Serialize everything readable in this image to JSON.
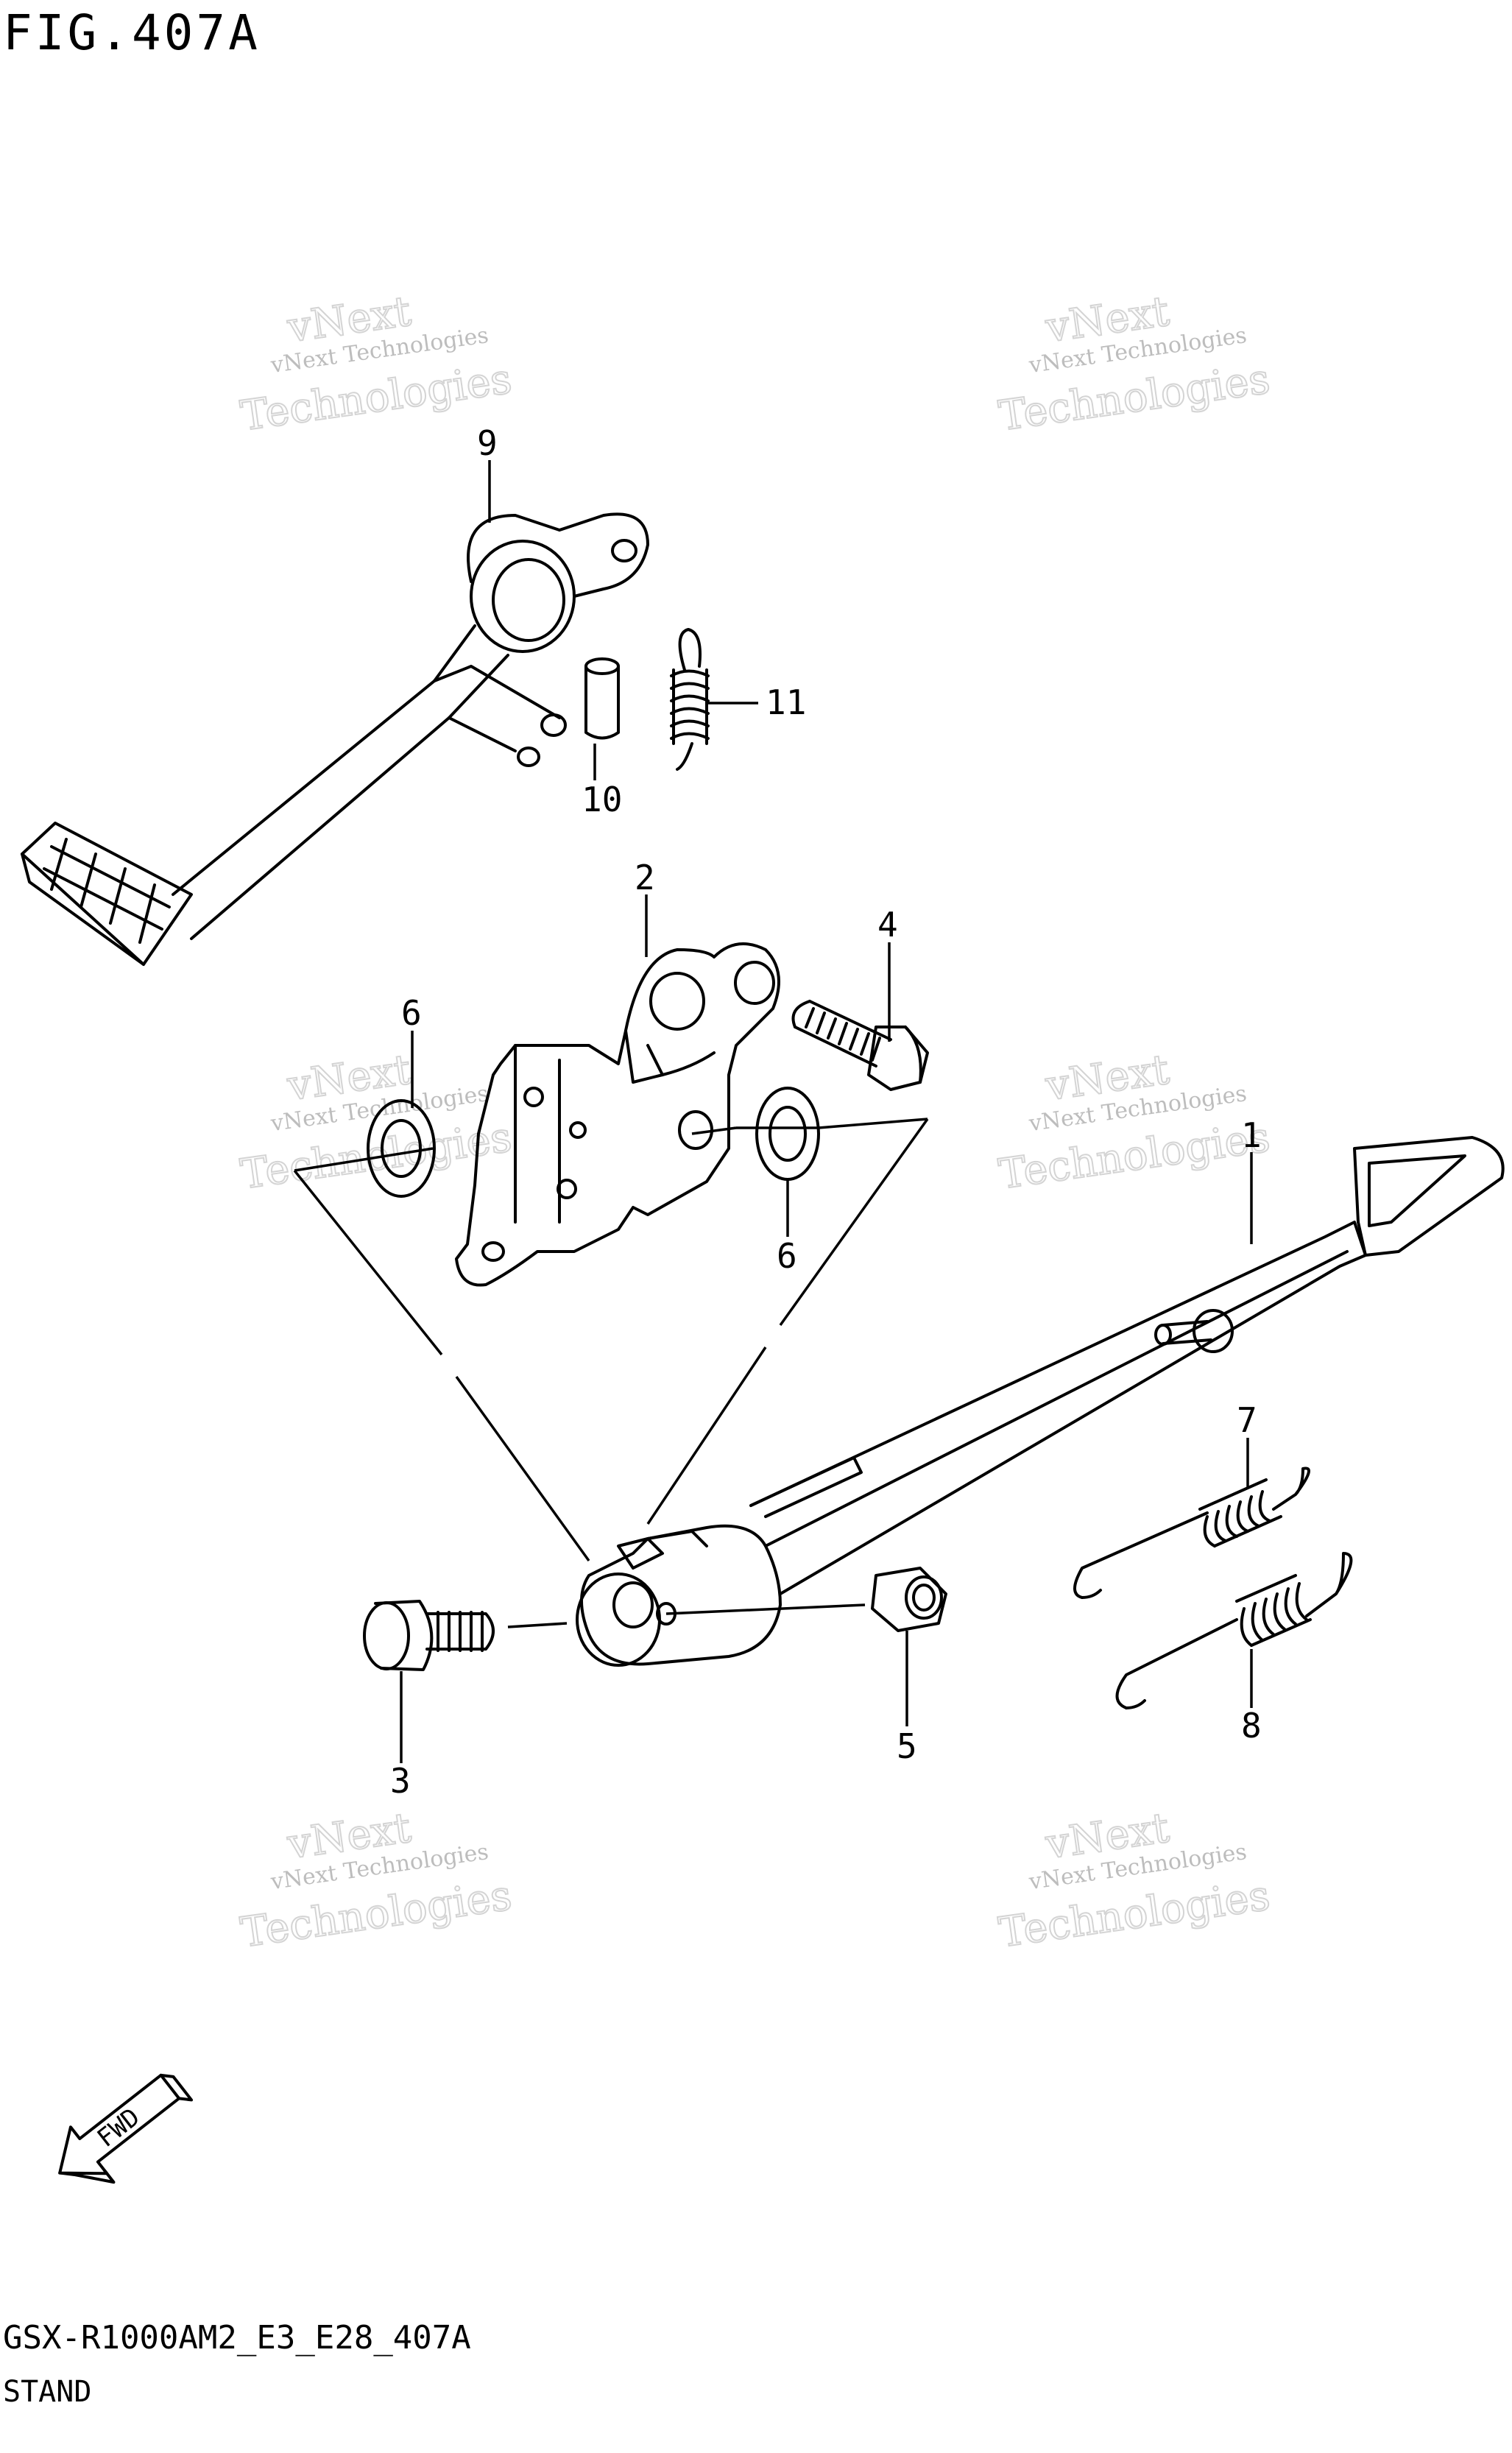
{
  "figure": {
    "title": "FIG.407A",
    "code": "GSX-R1000AM2_E3_E28_407A",
    "caption": "STAND"
  },
  "watermark": {
    "small": "vNext Technologies",
    "big_top": "vNext",
    "big_bottom": "Technologies"
  },
  "callouts": [
    {
      "id": "c1",
      "label": "1"
    },
    {
      "id": "c2",
      "label": "2"
    },
    {
      "id": "c3",
      "label": "3"
    },
    {
      "id": "c4",
      "label": "4"
    },
    {
      "id": "c5",
      "label": "5"
    },
    {
      "id": "c6a",
      "label": "6"
    },
    {
      "id": "c6b",
      "label": "6"
    },
    {
      "id": "c7",
      "label": "7"
    },
    {
      "id": "c8",
      "label": "8"
    },
    {
      "id": "c9",
      "label": "9"
    },
    {
      "id": "c10",
      "label": "10"
    },
    {
      "id": "c11",
      "label": "11"
    }
  ],
  "fwd_label": "FWD"
}
